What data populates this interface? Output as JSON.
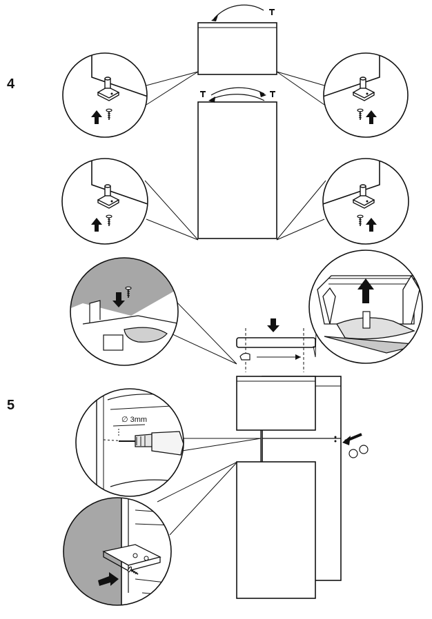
{
  "steps": [
    {
      "label": "4"
    },
    {
      "label": "5"
    }
  ],
  "drill_spec": "∅ 3mm",
  "colors": {
    "line": "#111111",
    "panel": "#a7a7a7",
    "fill": "#ffffff"
  },
  "icons": [
    "screw-icon",
    "arrow-up-icon",
    "arrow-down-icon",
    "drill-icon",
    "hinge-pin-icon",
    "cap-icon"
  ]
}
